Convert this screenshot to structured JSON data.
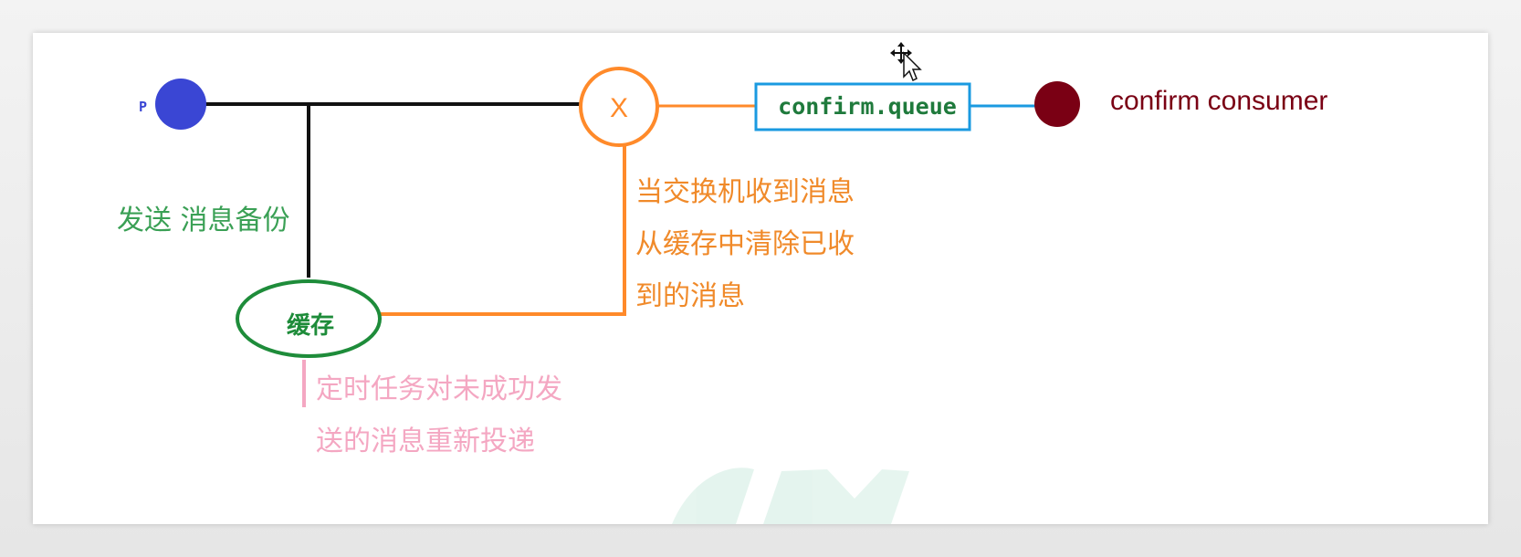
{
  "diagram": {
    "producer": {
      "label": "P"
    },
    "exchange": {
      "label": "X"
    },
    "queue": {
      "label": "confirm.queue"
    },
    "consumer": {
      "label": "confirm consumer"
    },
    "send_backup": {
      "label": "发送 消息备份"
    },
    "cache": {
      "label": "缓存"
    },
    "ack_note": {
      "lines": [
        "当交换机收到消息",
        "从缓存中清除已收",
        "到的消息"
      ]
    },
    "retry_note": {
      "lines": [
        "定时任务对未成功发",
        "送的消息重新投递"
      ]
    }
  },
  "colors": {
    "producer": "#3a46d4",
    "black_line": "#111111",
    "exchange_orange": "#ff8a2a",
    "queue_border": "#1a9ae0",
    "queue_text": "#1f7a3c",
    "consumer": "#7a0014",
    "green_text": "#3aa055",
    "cache_green": "#1e8c3a",
    "pink": "#f4a7c2",
    "orange_text": "#f08a2a"
  }
}
